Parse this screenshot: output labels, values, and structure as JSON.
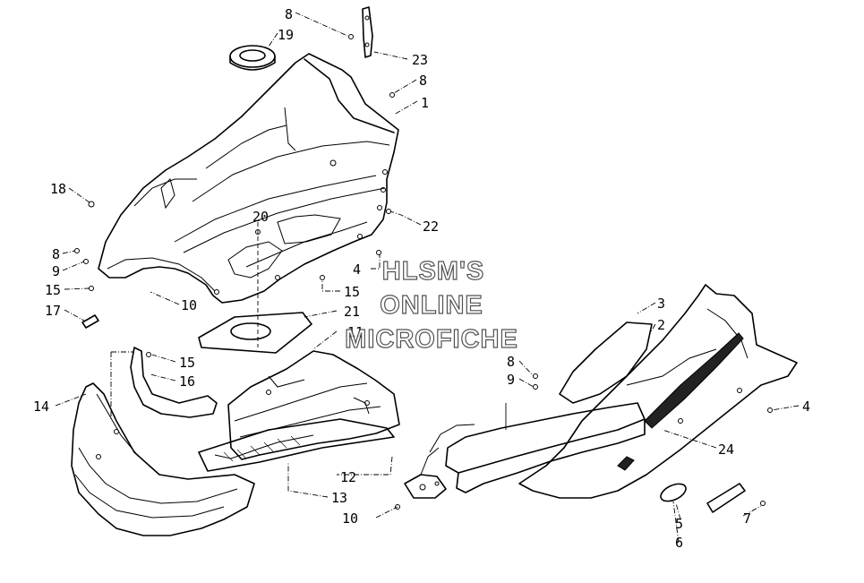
{
  "watermark": {
    "line1": "HLSM'S",
    "line2": "ONLINE",
    "line3": "MICROFICHE"
  },
  "callouts": [
    "8",
    "19",
    "23",
    "8",
    "1",
    "18",
    "22",
    "20",
    "8",
    "9",
    "4",
    "15",
    "15",
    "10",
    "17",
    "21",
    "11",
    "15",
    "16",
    "14",
    "3",
    "2",
    "8",
    "9",
    "4",
    "24",
    "12",
    "13",
    "10",
    "5",
    "6",
    "7"
  ]
}
